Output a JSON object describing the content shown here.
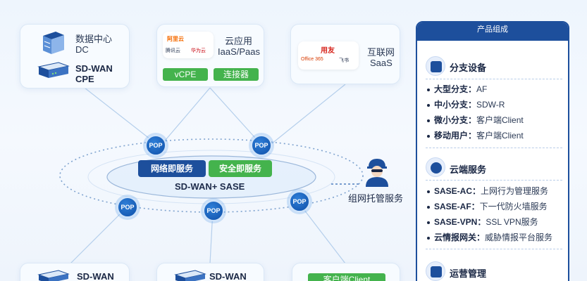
{
  "nodes": {
    "dc": {
      "line1": "数据中心",
      "line2": "DC",
      "device1": "SD-WAN",
      "device2": "CPE"
    },
    "cloud": {
      "line1": "云应用",
      "line2": "IaaS/Paas",
      "tag1": "vCPE",
      "tag2": "连接器",
      "logos": [
        "阿里云",
        "腾讯云",
        "华为云"
      ]
    },
    "internet": {
      "line1": "互联网",
      "line2": "SaaS",
      "logos": [
        "用友",
        "Office 365",
        "飞书"
      ]
    },
    "bottom_left": {
      "device1": "SD-WAN"
    },
    "bottom_mid": {
      "device1": "SD-WAN"
    },
    "bottom_right": {
      "tag": "客户端Client"
    }
  },
  "pop_label": "POP",
  "center": {
    "btn_network": "网络即服务",
    "btn_security": "安全即服务",
    "label": "SD-WAN+ SASE"
  },
  "managed_service": "组网托管服务",
  "panel": {
    "header": "产品组成",
    "sections": [
      {
        "title": "分支设备",
        "items": [
          {
            "k": "大型分支：",
            "v": "AF"
          },
          {
            "k": "中小分支：",
            "v": "SDW-R"
          },
          {
            "k": "微小分支：",
            "v": "客户端Client"
          },
          {
            "k": "移动用户：",
            "v": "客户端Client"
          }
        ]
      },
      {
        "title": "云端服务",
        "items": [
          {
            "k": "SASE-AC：",
            "v": "上网行为管理服务"
          },
          {
            "k": "SASE-AF：",
            "v": "下一代防火墙服务"
          },
          {
            "k": "SASE-VPN：",
            "v": "SSL VPN服务"
          },
          {
            "k": "云情报网关：",
            "v": "威胁情报平台服务"
          }
        ]
      },
      {
        "title": "运营管理",
        "items": []
      }
    ]
  },
  "colors": {
    "navy": "#1d4f9c",
    "green": "#44b34d",
    "pop": "#0e4fa8"
  }
}
